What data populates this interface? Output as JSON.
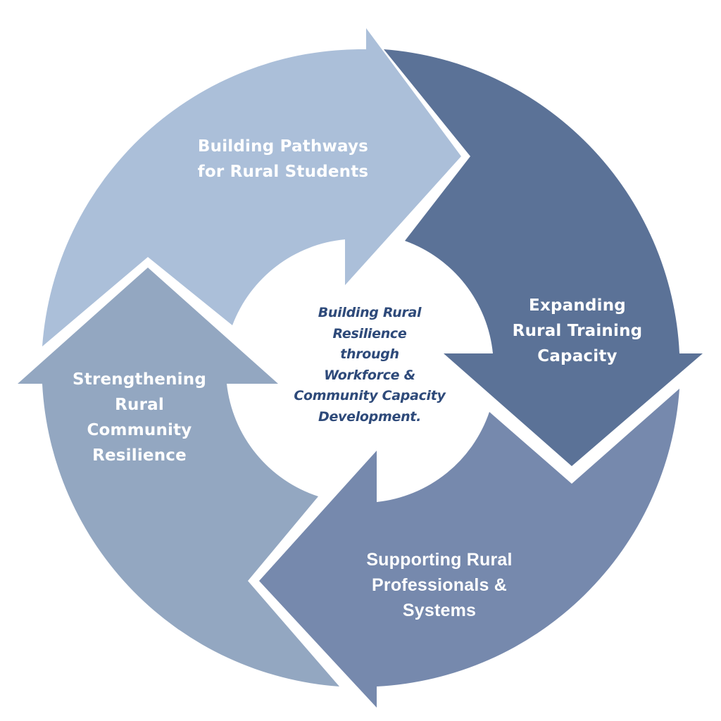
{
  "diagram": {
    "type": "cycle",
    "direction": "clockwise",
    "center": {
      "text": "Building Rural\nResilience\nthrough\nWorkforce &\nCommunity Capacity\nDevelopment.",
      "color": "#2E4A7A"
    },
    "segments": [
      {
        "id": "top",
        "label": "Building Pathways\nfor Rural Students",
        "color": "#ABBFD9",
        "points_to": "right"
      },
      {
        "id": "right",
        "label": "Expanding\nRural Training\nCapacity",
        "color": "#5B7297",
        "points_to": "down"
      },
      {
        "id": "bottom",
        "label": "Supporting Rural\nProfessionals &\nSystems",
        "color": "#7689AD",
        "points_to": "left"
      },
      {
        "id": "left",
        "label": "Strengthening\nRural\nCommunity\nResilience",
        "color": "#93A7C1",
        "points_to": "up"
      }
    ]
  }
}
